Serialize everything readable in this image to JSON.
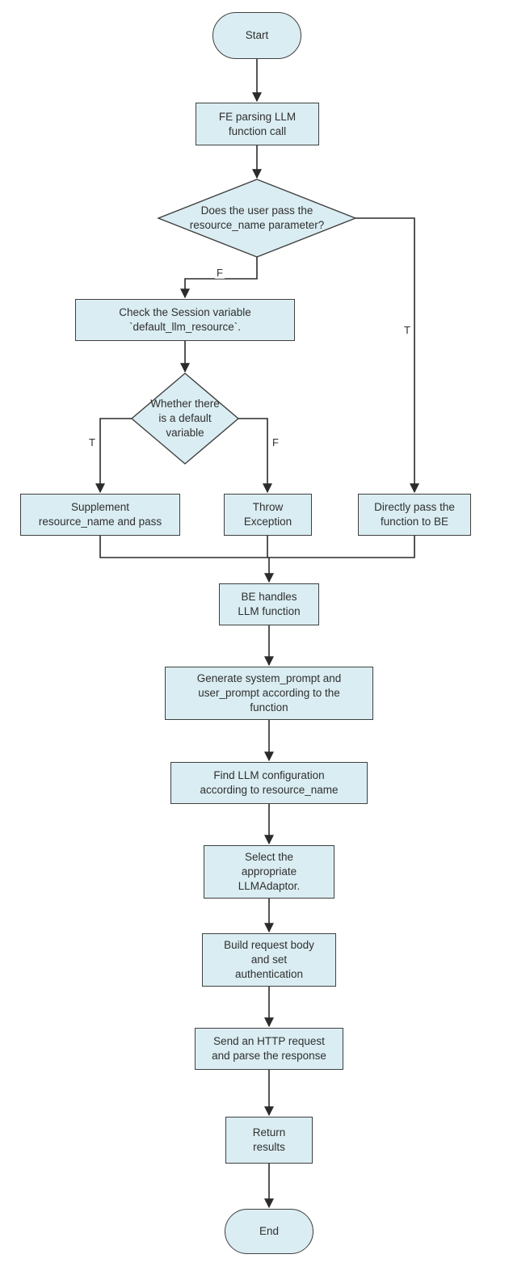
{
  "colors": {
    "node_fill": "#daedf2",
    "node_border": "#404040",
    "arrow": "#2b2b2b",
    "text": "#303030",
    "background": "#ffffff"
  },
  "nodes": {
    "start": "Start",
    "fe_parsing": "FE parsing LLM\nfunction call",
    "decision_resource": "Does the user pass the\nresource_name parameter?",
    "check_session": "Check the Session variable\n`default_llm_resource`.",
    "decision_default": "Whether there\nis a default\nvariable",
    "supplement": "Supplement\nresource_name and pass",
    "throw_exception": "Throw\nException",
    "direct_pass": "Directly pass the\nfunction to BE",
    "be_handles": "BE handles\nLLM function",
    "generate_prompts": "Generate system_prompt and\nuser_prompt according to the\nfunction",
    "find_config": "Find LLM configuration\naccording to resource_name",
    "select_adaptor": "Select the\nappropriate\nLLMAdaptor.",
    "build_request": "Build request body\nand set\nauthentication",
    "send_request": "Send an HTTP request\nand parse the response",
    "return_results": "Return\nresults",
    "end": "End"
  },
  "edges": [
    {
      "from": "start",
      "to": "fe_parsing",
      "label": ""
    },
    {
      "from": "fe_parsing",
      "to": "decision_resource",
      "label": ""
    },
    {
      "from": "decision_resource",
      "to": "check_session",
      "label": "F"
    },
    {
      "from": "decision_resource",
      "to": "direct_pass",
      "label": "T"
    },
    {
      "from": "check_session",
      "to": "decision_default",
      "label": ""
    },
    {
      "from": "decision_default",
      "to": "supplement",
      "label": "T"
    },
    {
      "from": "decision_default",
      "to": "throw_exception",
      "label": "F"
    },
    {
      "from": "supplement",
      "to": "be_handles",
      "label": ""
    },
    {
      "from": "throw_exception",
      "to": "be_handles",
      "label": ""
    },
    {
      "from": "direct_pass",
      "to": "be_handles",
      "label": ""
    },
    {
      "from": "be_handles",
      "to": "generate_prompts",
      "label": ""
    },
    {
      "from": "generate_prompts",
      "to": "find_config",
      "label": ""
    },
    {
      "from": "find_config",
      "to": "select_adaptor",
      "label": ""
    },
    {
      "from": "select_adaptor",
      "to": "build_request",
      "label": ""
    },
    {
      "from": "build_request",
      "to": "send_request",
      "label": ""
    },
    {
      "from": "send_request",
      "to": "return_results",
      "label": ""
    },
    {
      "from": "return_results",
      "to": "end",
      "label": ""
    }
  ]
}
